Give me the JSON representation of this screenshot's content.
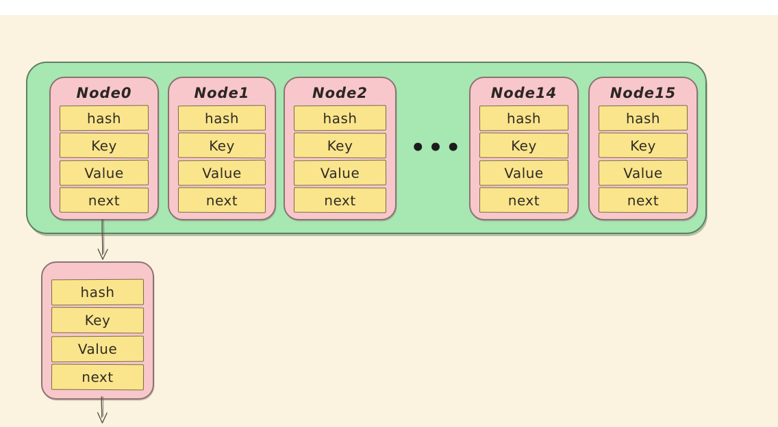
{
  "diagram": {
    "description_fields": [
      "hash",
      "Key",
      "Value",
      "next"
    ],
    "fields": [
      "hash",
      "Key",
      "Value",
      "next"
    ],
    "ellipsis": "•••",
    "buckets": [
      {
        "label": "Node0"
      },
      {
        "label": "Node1"
      },
      {
        "label": "Node2"
      },
      {
        "label": "Node14"
      },
      {
        "label": "Node15"
      }
    ],
    "colors": {
      "page_background": "#FBF3DF",
      "top_strip": "#FFFFFF",
      "bucket_array_fill": "#A6E7B2",
      "bucket_array_stroke": "#5E8062",
      "node_fill": "#F8C7CB",
      "node_stroke": "#8A7370",
      "field_fill": "#FAE58C",
      "field_stroke": "#756B44",
      "text": "#2F2B24",
      "arrow": "#55504A"
    }
  }
}
